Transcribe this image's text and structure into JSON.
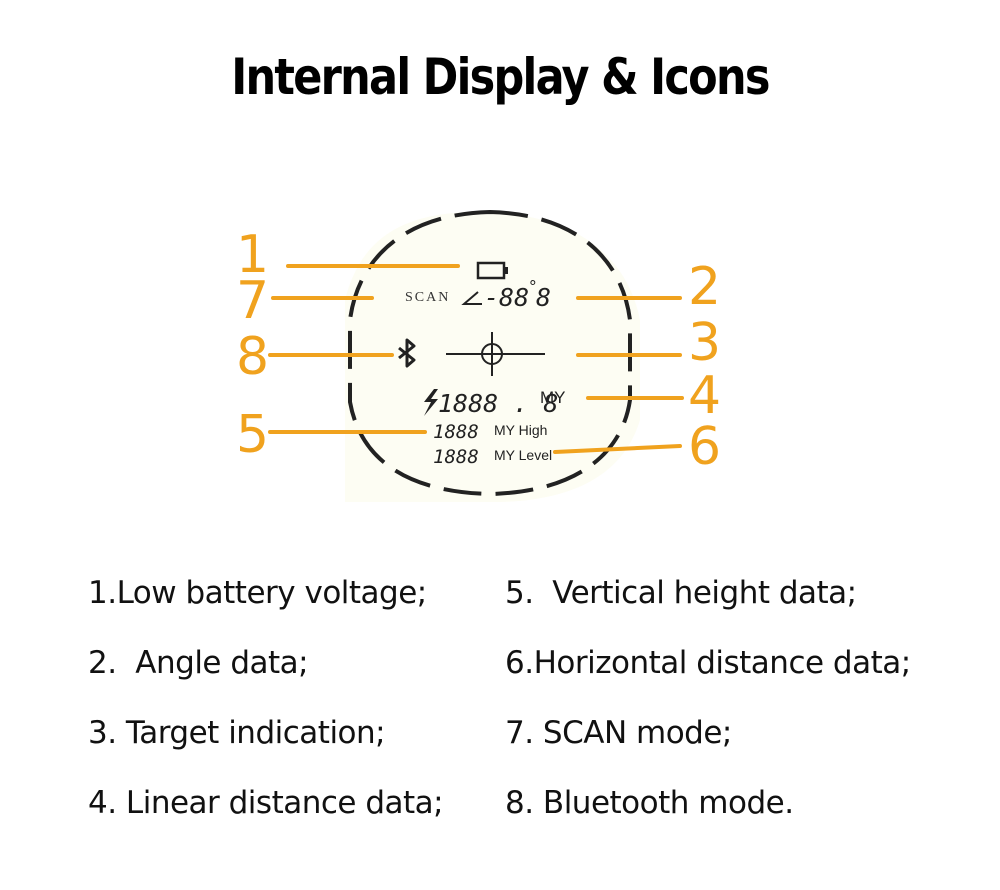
{
  "title": "Internal Display & Icons",
  "display": {
    "scan_label": "SCAN",
    "angle_readout": "-88",
    "angle_unit": "°",
    "angle_decimal": "8",
    "distance_readout": "1888 . 8",
    "distance_unit": "MY",
    "height_readout": "1888",
    "height_label": "MY High",
    "level_readout": "1888",
    "level_label": "MY Level"
  },
  "callouts": {
    "n1": "1",
    "n2": "2",
    "n3": "3",
    "n4": "4",
    "n5": "5",
    "n6": "6",
    "n7": "7",
    "n8": "8"
  },
  "legend": {
    "items": [
      "1.Low battery voltage;",
      "2.  Angle data;",
      "3. Target indication;",
      "4. Linear distance data;",
      "5.  Vertical height data;",
      "6.Horizontal distance data;",
      "7. SCAN mode;",
      "8. Bluetooth mode."
    ]
  },
  "colors": {
    "callout": "#f0a21e",
    "lcd_background": "#fdfdf3",
    "ink": "#222222"
  },
  "icons": [
    "battery-icon",
    "angle-icon",
    "crosshair-icon",
    "bluetooth-icon",
    "laser-icon"
  ]
}
